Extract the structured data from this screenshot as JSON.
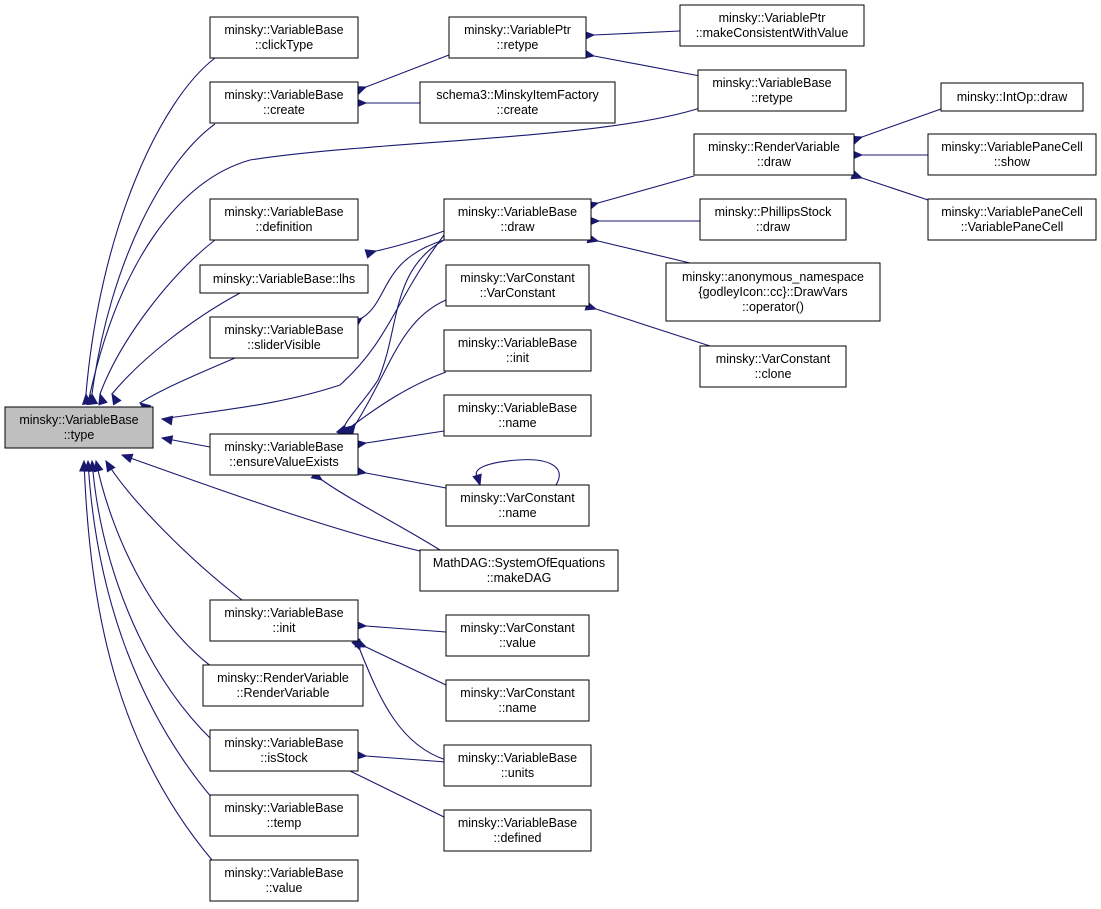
{
  "diagram": {
    "kind": "doxygen caller graph",
    "colors": {
      "edge": "#191970",
      "root_fill": "#bfbfbf",
      "node_fill": "#ffffff",
      "border": "#000000"
    },
    "nodes": [
      {
        "id": "type",
        "lines": [
          "minsky::VariableBase",
          "::type"
        ],
        "root": true
      },
      {
        "id": "clickType",
        "lines": [
          "minsky::VariableBase",
          "::clickType"
        ]
      },
      {
        "id": "create",
        "lines": [
          "minsky::VariableBase",
          "::create"
        ]
      },
      {
        "id": "definition",
        "lines": [
          "minsky::VariableBase",
          "::definition"
        ]
      },
      {
        "id": "lhs",
        "lines": [
          "minsky::VariableBase::lhs"
        ]
      },
      {
        "id": "sliderVisible",
        "lines": [
          "minsky::VariableBase",
          "::sliderVisible"
        ]
      },
      {
        "id": "ensureValueExists",
        "lines": [
          "minsky::VariableBase",
          "::ensureValueExists"
        ]
      },
      {
        "id": "vb_init",
        "lines": [
          "minsky::VariableBase",
          "::init"
        ]
      },
      {
        "id": "rv_ctor",
        "lines": [
          "minsky::RenderVariable",
          "::RenderVariable"
        ]
      },
      {
        "id": "isStock",
        "lines": [
          "minsky::VariableBase",
          "::isStock"
        ]
      },
      {
        "id": "temp",
        "lines": [
          "minsky::VariableBase",
          "::temp"
        ]
      },
      {
        "id": "vb_value",
        "lines": [
          "minsky::VariableBase",
          "::value"
        ]
      },
      {
        "id": "vptr_retype",
        "lines": [
          "minsky::VariablePtr",
          "::retype"
        ]
      },
      {
        "id": "factory_create",
        "lines": [
          "schema3::MinskyItemFactory",
          "::create"
        ]
      },
      {
        "id": "vb_draw",
        "lines": [
          "minsky::VariableBase",
          "::draw"
        ]
      },
      {
        "id": "vc_ctor",
        "lines": [
          "minsky::VarConstant",
          "::VarConstant"
        ]
      },
      {
        "id": "vb_init2",
        "lines": [
          "minsky::VariableBase",
          "::init"
        ]
      },
      {
        "id": "vb_name",
        "lines": [
          "minsky::VariableBase",
          "::name"
        ]
      },
      {
        "id": "vc_name",
        "lines": [
          "minsky::VarConstant",
          "::name"
        ]
      },
      {
        "id": "makeDAG",
        "lines": [
          "MathDAG::SystemOfEquations",
          "::makeDAG"
        ]
      },
      {
        "id": "vc_value",
        "lines": [
          "minsky::VarConstant",
          "::value"
        ]
      },
      {
        "id": "vc_name2",
        "lines": [
          "minsky::VarConstant",
          "::name"
        ]
      },
      {
        "id": "vb_units",
        "lines": [
          "minsky::VariableBase",
          "::units"
        ]
      },
      {
        "id": "vb_defined",
        "lines": [
          "minsky::VariableBase",
          "::defined"
        ]
      },
      {
        "id": "makeConsistent",
        "lines": [
          "minsky::VariablePtr",
          "::makeConsistentWithValue"
        ]
      },
      {
        "id": "vb_retype",
        "lines": [
          "minsky::VariableBase",
          "::retype"
        ]
      },
      {
        "id": "rv_draw",
        "lines": [
          "minsky::RenderVariable",
          "::draw"
        ]
      },
      {
        "id": "ps_draw",
        "lines": [
          "minsky::PhillipsStock",
          "::draw"
        ]
      },
      {
        "id": "drawvars",
        "lines": [
          "minsky::anonymous_namespace",
          "{godleyIcon::cc}::DrawVars",
          "::operator()"
        ]
      },
      {
        "id": "vc_clone",
        "lines": [
          "minsky::VarConstant",
          "::clone"
        ]
      },
      {
        "id": "intop_draw",
        "lines": [
          "minsky::IntOp::draw"
        ]
      },
      {
        "id": "vpc_show",
        "lines": [
          "minsky::VariablePaneCell",
          "::show"
        ]
      },
      {
        "id": "vpc_ctor",
        "lines": [
          "minsky::VariablePaneCell",
          "::VariablePaneCell"
        ]
      }
    ]
  }
}
